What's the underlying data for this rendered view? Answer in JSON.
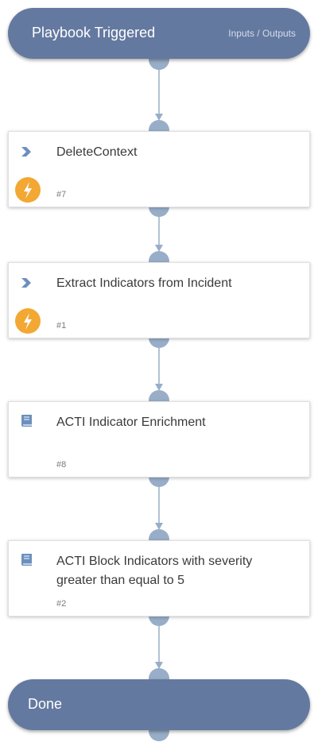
{
  "start": {
    "title": "Playbook Triggered",
    "io_label": "Inputs / Outputs"
  },
  "tasks": [
    {
      "name": "DeleteContext",
      "id": "#7",
      "icon": "chevron-icon",
      "automation": true
    },
    {
      "name": "Extract Indicators from Incident",
      "id": "#1",
      "icon": "chevron-icon",
      "automation": true
    },
    {
      "name": "ACTI Indicator Enrichment",
      "id": "#8",
      "icon": "book-icon",
      "automation": false
    },
    {
      "name": "ACTI Block Indicators with severity greater than equal to 5",
      "id": "#2",
      "icon": "book-icon",
      "automation": false
    }
  ],
  "end": {
    "title": "Done"
  },
  "colors": {
    "node": "#6479a0",
    "connector": "#98aec8",
    "automation_badge": "#f2a833"
  }
}
